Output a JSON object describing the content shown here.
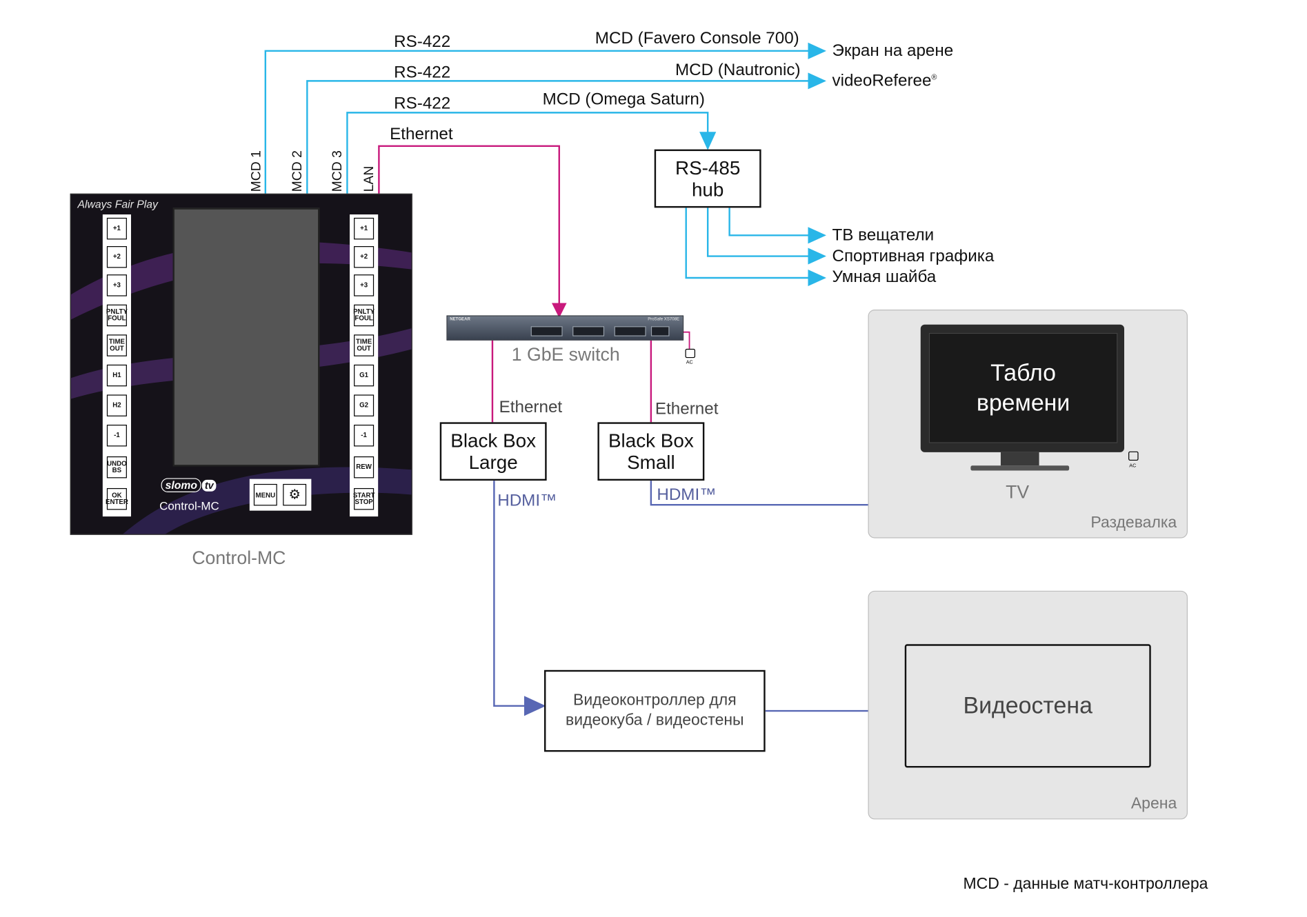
{
  "links": {
    "rs422_1": "RS-422",
    "rs422_2": "RS-422",
    "rs422_3": "RS-422",
    "ethernet_top": "Ethernet",
    "mcd_favero": "MCD (Favero Console 700)",
    "mcd_nautronic": "MCD (Nautronic)",
    "mcd_omega": "MCD (Omega Saturn)",
    "ethernet_large": "Ethernet",
    "ethernet_small": "Ethernet",
    "hdmi_large": "HDMI™",
    "hdmi_small": "HDMI™"
  },
  "ports": {
    "mcd1": "MCD 1",
    "mcd2": "MCD 2",
    "mcd3": "MCD 3",
    "lan": "LAN"
  },
  "destinations": {
    "arena_screen": "Экран на арене",
    "videoreferee": "videoReferee",
    "videoreferee_mark": "®",
    "tv_broadcasters": "ТВ вещатели",
    "sport_graphics": "Спортивная графика",
    "smart_puck": "Умная шайба"
  },
  "nodes": {
    "hub_line1": "RS-485",
    "hub_line2": "hub",
    "switch_label": "1 GbE switch",
    "switch_brand": "NETGEAR",
    "switch_model": "ProSafe XS708E",
    "ac": "AC",
    "bb_large_line1": "Black Box",
    "bb_large_line2": "Large",
    "bb_small_line1": "Black Box",
    "bb_small_line2": "Small",
    "videocontroller_line1": "Видеоконтроллер для",
    "videocontroller_line2": "видеокуба / видеостены",
    "tv_screen_line1": "Табло",
    "tv_screen_line2": "времени",
    "tv_label": "TV",
    "videowall": "Видеостена"
  },
  "zones": {
    "locker_room": "Раздевалка",
    "arena": "Арена"
  },
  "controller": {
    "tagline": "Always Fair Play",
    "brand_a": "slomo",
    "brand_b": "tv",
    "model": "Control-MC",
    "caption": "Control-MC",
    "menu": "MENU",
    "left_keys": [
      "+1",
      "+2",
      "+3",
      "PNLTY\nFOUL",
      "TIME\nOUT",
      "H1",
      "H2",
      "-1",
      "UNDO\nBS",
      "OK\nENTER"
    ],
    "right_keys": [
      "+1",
      "+2",
      "+3",
      "PNLTY\nFOUL",
      "TIME\nOUT",
      "G1",
      "G2",
      "-1",
      "REW",
      "START\nSTOP"
    ]
  },
  "footnote": "MCD - данные матч-контроллера",
  "colors": {
    "rs422": "#29b6e8",
    "ethernet": "#c8197c",
    "hdmi": "#5867b4",
    "panel_bg": "#151219",
    "zone_bg": "#e6e6e6"
  }
}
